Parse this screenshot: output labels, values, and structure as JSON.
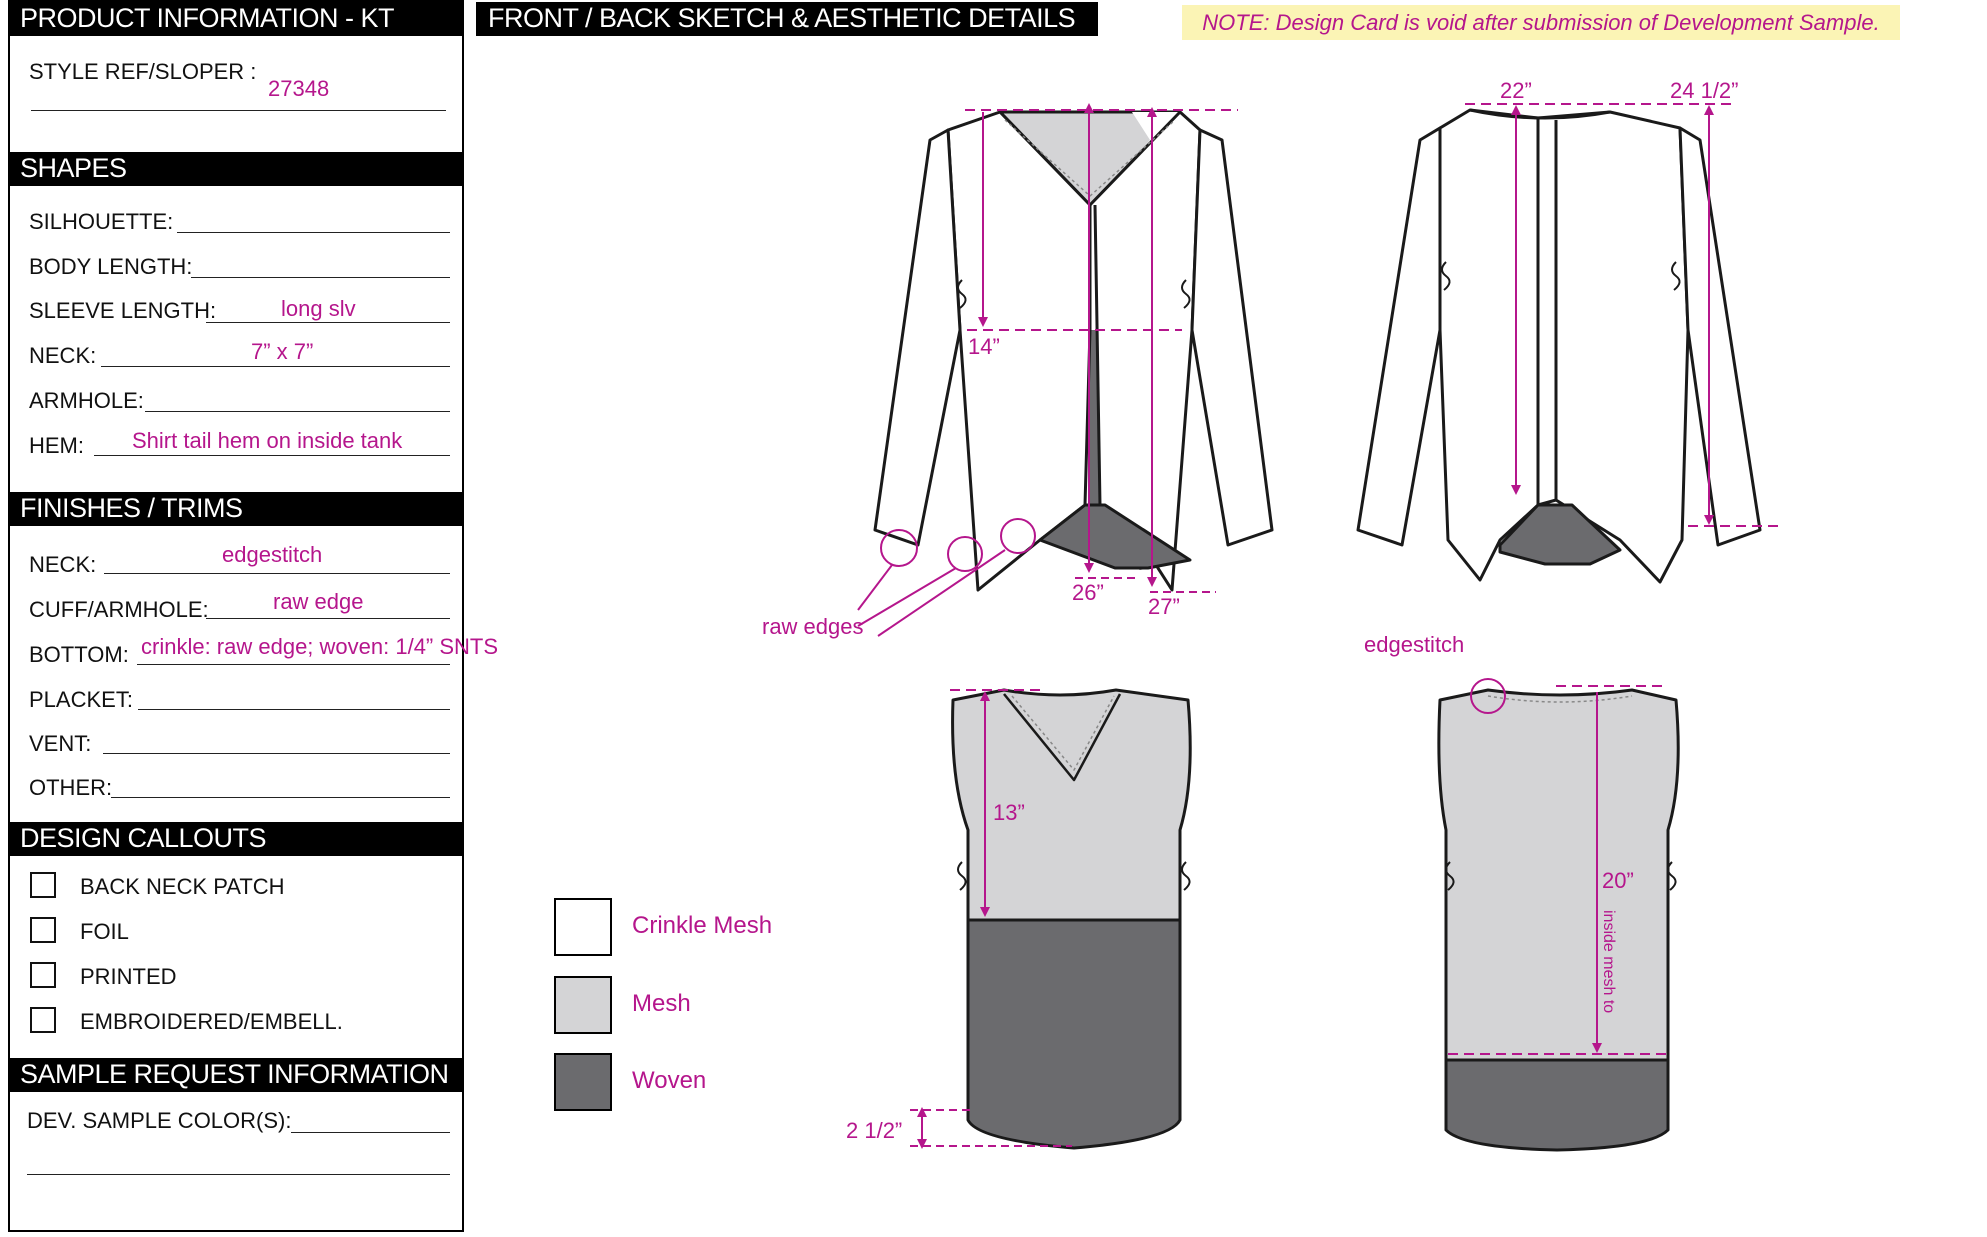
{
  "left_panel": {
    "product_info": {
      "header": "PRODUCT INFORMATION - KT",
      "style_ref_label": "STYLE REF/SLOPER :",
      "style_ref_value": "27348"
    },
    "shapes": {
      "header": "SHAPES",
      "silhouette_label": "SILHOUETTE:",
      "body_length_label": "BODY LENGTH:",
      "sleeve_length_label": "SLEEVE LENGTH:",
      "sleeve_length_value": "long slv",
      "neck_label": "NECK:",
      "neck_value": "7” x 7”",
      "armhole_label": "ARMHOLE:",
      "hem_label": "HEM:",
      "hem_value": "Shirt tail hem on inside tank"
    },
    "finishes": {
      "header": "FINISHES / TRIMS",
      "neck_label": "NECK:",
      "neck_value": "edgestitch",
      "cuff_label": "CUFF/ARMHOLE:",
      "cuff_value": "raw edge",
      "bottom_label": "BOTTOM:",
      "bottom_value": "crinkle: raw edge; woven: 1/4” SNTS",
      "placket_label": "PLACKET:",
      "vent_label": "VENT:",
      "other_label": "OTHER:"
    },
    "callouts": {
      "header": "DESIGN CALLOUTS",
      "items": [
        "BACK NECK PATCH",
        "FOIL",
        "PRINTED",
        "EMBROIDERED/EMBELL."
      ]
    },
    "sample_request": {
      "header": "SAMPLE REQUEST INFORMATION",
      "dev_sample_label": "DEV. SAMPLE COLOR(S):"
    }
  },
  "sketch": {
    "header": "FRONT / BACK SKETCH & AESTHETIC DETAILS",
    "note": "NOTE: Design Card is void after submission of Development Sample.",
    "annotations": {
      "front_cardigan_14": "14”",
      "front_cardigan_26": "26”",
      "front_cardigan_27": "27”",
      "raw_edges": "raw edges",
      "back_cardigan_22": "22”",
      "back_cardigan_24_5": "24 1/2”",
      "edgestitch": "edgestitch",
      "front_tank_13": "13”",
      "front_tank_2_5": "2 1/2”",
      "back_tank_20": "20”",
      "inside_mesh": "inside mesh to"
    },
    "legend": [
      {
        "label": "Crinkle Mesh",
        "color": "#ffffff"
      },
      {
        "label": "Mesh",
        "color": "#d4d4d6"
      },
      {
        "label": "Woven",
        "color": "#6b6b6e"
      }
    ],
    "colors": {
      "accent": "#b5168c",
      "mesh": "#d4d4d6",
      "woven": "#6b6b6e",
      "note_bg": "#fbf4b5"
    }
  }
}
